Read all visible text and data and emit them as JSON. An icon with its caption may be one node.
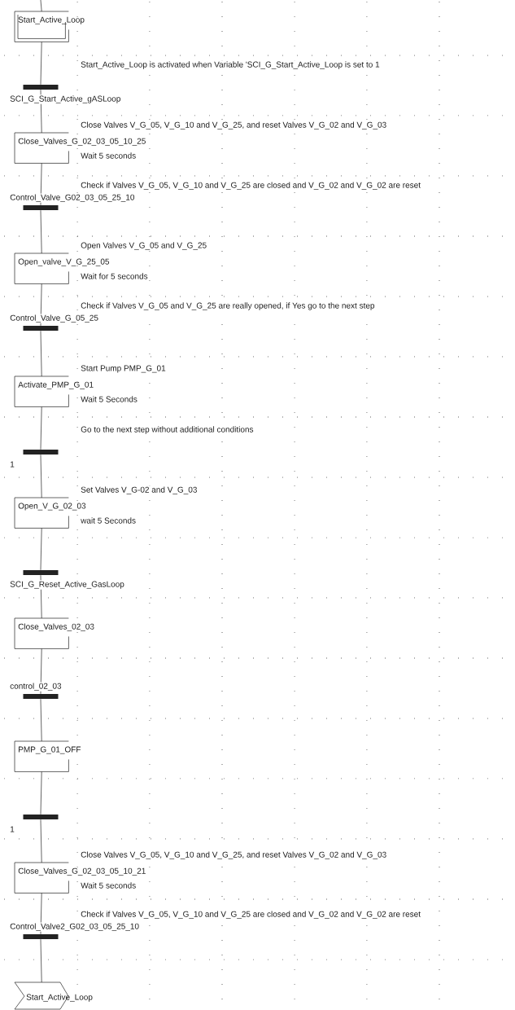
{
  "diagram": {
    "nodes": [
      {
        "text": [
          "Start_Active_Loop"
        ]
      },
      {
        "text": [],
        "shape": "bar",
        "beside": [
          "Start_Active_Loop is activated when Variable 'SCI_G_Start_Active_Loop is set to 1",
          "SCI_G_Start_Active_gASLoop"
        ]
      },
      {
        "text": [
          "Close_Valves_G_02_03_05_10_25",
          "Wait 5 seconds"
        ],
        "beside": [
          "Close Valves V_G_05, V_G_10 and V_G_25, and reset Valves V_G_02 and V_G_03"
        ]
      },
      {
        "text": [],
        "shape": "bar",
        "beside": [
          "Check if Valves V_G_05, V_G_10 and V_G_25 are closed and V_G_02 and V_G_02 are reset",
          "Control_Valve_G02_03_05_25_10"
        ]
      },
      {
        "text": [
          "Open_valve_V_G_25_05",
          "Wait for 5 seconds"
        ],
        "beside": [
          "Open Valves V_G_05 and V_G_25"
        ]
      },
      {
        "text": [],
        "shape": "bar",
        "beside": [
          "Check if Valves V_G_05 and V_G_25 are really opened, if Yes go to the next step",
          "Control_Valve_G_05_25"
        ]
      },
      {
        "text": [
          "Activate_PMP_G_01",
          "Wait 5 Seconds"
        ],
        "beside": [
          "Start Pump PMP_G_01"
        ]
      },
      {
        "text": [],
        "shape": "bar",
        "beside": [
          "Go to the next step without additional conditions",
          "1"
        ]
      },
      {
        "text": [
          "Open_V_G_02_03",
          "wait 5 Seconds"
        ],
        "beside": [
          "Set Valves V_G-02 and V_G_03"
        ]
      },
      {
        "text": [],
        "shape": "bar",
        "beside": [
          "SCI_G_Reset_Active_GasLoop"
        ]
      },
      {
        "text": [
          "Close_Valves_02_03"
        ]
      },
      {
        "text": [],
        "shape": "bar",
        "beside": [
          "control_02_03"
        ]
      },
      {
        "text": [
          "PMP_G_01_OFF"
        ]
      },
      {
        "text": [],
        "shape": "bar",
        "beside": [
          "1"
        ]
      },
      {
        "text": [
          "Close_Valves_G_02_03_05_10_21",
          "Wait 5 seconds"
        ],
        "beside": [
          "Close Valves V_G_05, V_G_10 and V_G_25, and reset Valves V_G_02 and V_G_03"
        ]
      },
      {
        "text": [],
        "shape": "bar",
        "beside": [
          "Check if Valves V_G_05, V_G_10 and V_G_25 are closed and V_G_02 and V_G_02 are reset",
          "Control_Valve2_G02_03_05_25_10"
        ]
      },
      {
        "text": [
          "Start_Active_Loop"
        ]
      }
    ],
    "edges": [
      {
        "from": null,
        "to": 0,
        "arrow": "none"
      },
      {
        "from": 0,
        "to": 1,
        "arrow": "none"
      },
      {
        "from": 1,
        "to": 2,
        "arrow": "none"
      },
      {
        "from": 2,
        "to": 3,
        "arrow": "none"
      },
      {
        "from": 3,
        "to": 4,
        "arrow": "none"
      },
      {
        "from": 4,
        "to": 5,
        "arrow": "none"
      },
      {
        "from": 5,
        "to": 6,
        "arrow": "none"
      },
      {
        "from": 6,
        "to": 7,
        "arrow": "none"
      },
      {
        "from": 7,
        "to": 8,
        "arrow": "none"
      },
      {
        "from": 8,
        "to": 9,
        "arrow": "none"
      },
      {
        "from": 9,
        "to": 10,
        "arrow": "none"
      },
      {
        "from": 10,
        "to": 11,
        "arrow": "none"
      },
      {
        "from": 11,
        "to": 12,
        "arrow": "none"
      },
      {
        "from": 12,
        "to": 13,
        "arrow": "none"
      },
      {
        "from": 13,
        "to": 14,
        "arrow": "none"
      },
      {
        "from": 14,
        "to": 15,
        "arrow": "none"
      },
      {
        "from": 15,
        "to": 16,
        "arrow": "none"
      }
    ]
  }
}
